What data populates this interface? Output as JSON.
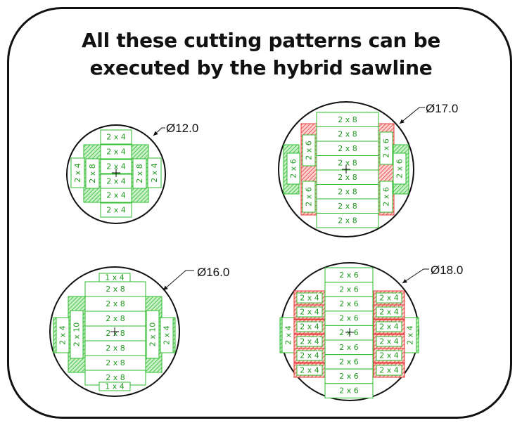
{
  "title": {
    "line1": "All these cutting patterns can be",
    "line2": "executed by the hybrid sawline"
  },
  "colors": {
    "frame": "#111111",
    "board_stroke": "#2dbb2d",
    "board_text": "#1f9a1f",
    "side_hatch": "#2dbb2d",
    "hybrid_hatch": "#e53935"
  },
  "patterns": [
    {
      "diameter": "Ø12.0",
      "center_boards": [
        "2 x 4",
        "2 x 4",
        "2 x 4",
        "2 x 4",
        "2 x 4",
        "2 x 4"
      ],
      "side_boards": [
        "2 x 4",
        "2 x 8",
        "2 x 8",
        "2 x 4"
      ]
    },
    {
      "diameter": "Ø17.0",
      "center_boards": [
        "2 x 8",
        "2 x 8",
        "2 x 8",
        "2 x 8",
        "2 x 8",
        "2 x 8",
        "2 x 8",
        "2 x 8"
      ],
      "side_boards": [
        "2 x 6",
        "2 x 6",
        "2 x 6",
        "2 x 6",
        "2 x 6",
        "2 x 6"
      ]
    },
    {
      "diameter": "Ø16.0",
      "center_boards": [
        "1 x 4",
        "2 x 8",
        "2 x 8",
        "2 x 8",
        "2 x 8",
        "2 x 8",
        "2 x 8",
        "2 x 8",
        "1 x 4"
      ],
      "side_boards": [
        "2 x 4",
        "2 x 10",
        "2 x 10",
        "2 x 4"
      ]
    },
    {
      "diameter": "Ø18.0",
      "center_boards": [
        "2 x 6",
        "2 x 6",
        "2 x 6",
        "2 x 6",
        "2 x 6",
        "2 x 6",
        "2 x 6",
        "2 x 6",
        "2 x 6"
      ],
      "side_boards": [
        "2 x 4",
        "2 x 4",
        "2 x 4",
        "2 x 4",
        "2 x 4",
        "2 x 4",
        "2 x 4",
        "2 x 4",
        "2 x 4",
        "2 x 4",
        "2 x 4",
        "2 x 4",
        "2 x 4",
        "2 x 4"
      ]
    }
  ]
}
